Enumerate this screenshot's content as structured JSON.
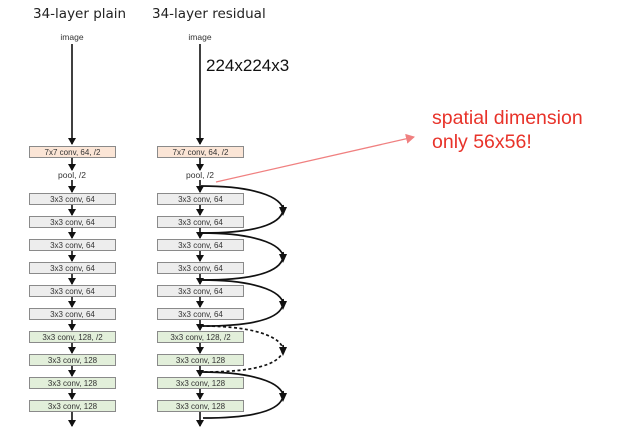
{
  "columns": {
    "plain_title": "34-layer plain",
    "residual_title": "34-layer residual"
  },
  "labels": {
    "image": "image",
    "pool": "pool, /2",
    "input_dim": "224x224x3"
  },
  "annotation": {
    "line1": "spatial dimension",
    "line2": "only 56x56!",
    "color": "#e8332a"
  },
  "layers": {
    "conv1": "7x7 conv, 64, /2",
    "c64": "3x3 conv, 64",
    "c128_down": "3x3 conv, 128, /2",
    "c128": "3x3 conv, 128"
  },
  "colors": {
    "conv1_fill": "#fbe5d6",
    "conv64_fill": "#ededed",
    "conv128_fill": "#e2efda"
  }
}
